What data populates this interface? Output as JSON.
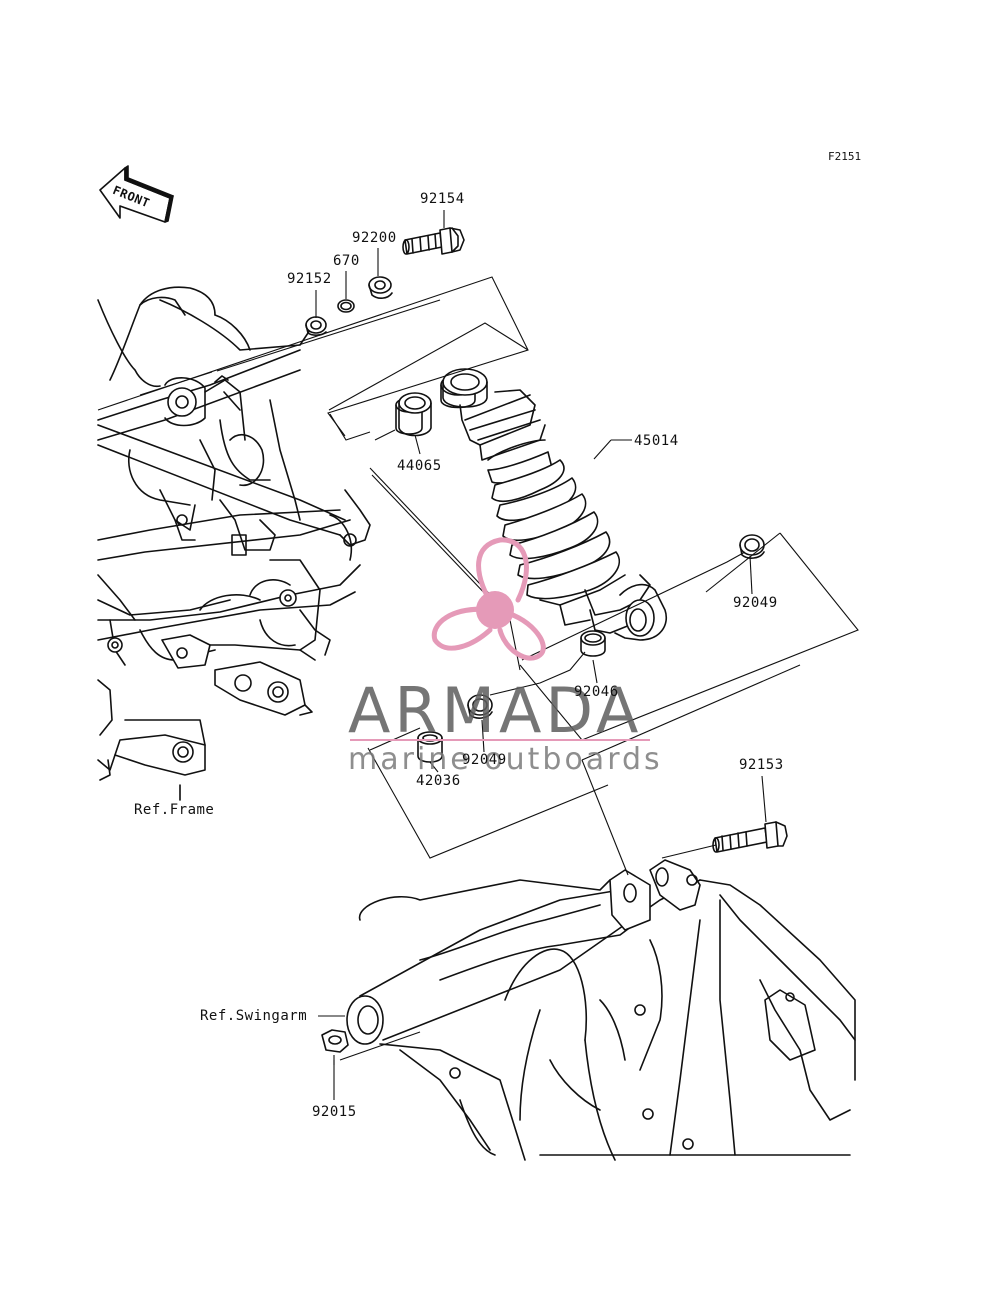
{
  "figure_code": "F2151",
  "front_label": "FRONT",
  "parts": {
    "p92154": "92154",
    "p92200": "92200",
    "p670": "670",
    "p92152": "92152",
    "p44065": "44065",
    "p45014": "45014",
    "p92049_right": "92049",
    "p92046": "92046",
    "p92049_lower": "92049",
    "p42036": "42036",
    "p92153": "92153",
    "p92015": "92015"
  },
  "references": {
    "frame": "Ref.Frame",
    "swingarm": "Ref.Swingarm"
  },
  "watermark": {
    "title": "ARMADA",
    "subtitle": "marine outboards",
    "accent_color": "#e59ab8"
  }
}
